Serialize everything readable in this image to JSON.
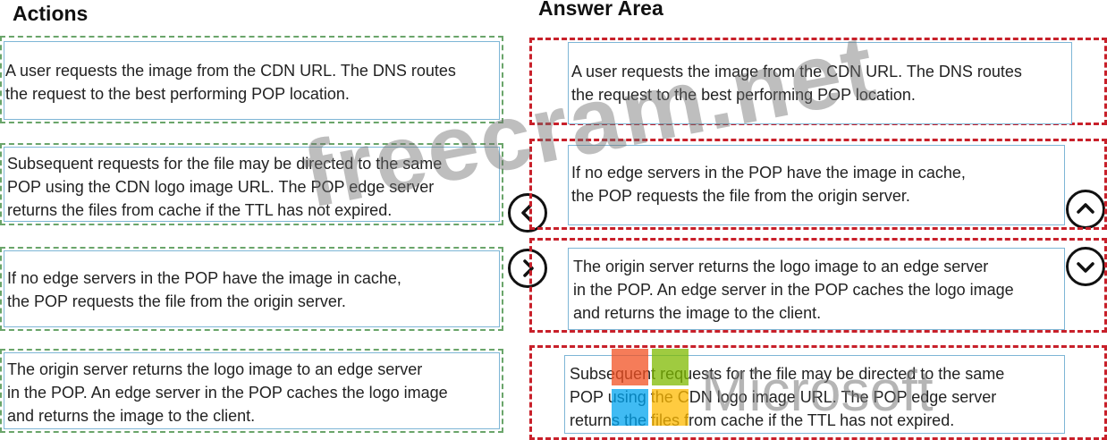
{
  "headings": {
    "actions": "Actions",
    "answer_area": "Answer Area"
  },
  "actions": [
    {
      "text": "A user requests the image from the CDN URL. The DNS routes\nthe request to the best performing POP location."
    },
    {
      "text": "Subsequent requests for the file may be directed to the same\nPOP using the CDN logo image URL. The POP edge server\nreturns the files from cache if the TTL has not expired."
    },
    {
      "text": "If no edge servers in the POP have the image in cache,\nthe POP requests the file from the origin server."
    },
    {
      "text": "The origin server returns the logo image to an edge server\nin the POP. An edge server in the POP caches the logo image\nand returns the image to the client."
    }
  ],
  "answers": [
    {
      "text": "A user requests the image from the CDN URL. The DNS routes\nthe request to the best performing POP location."
    },
    {
      "text": "If no edge servers in the POP have the image in cache,\nthe POP requests the file from the origin server."
    },
    {
      "text": "The origin server returns the logo image to an edge server\nin the POP. An edge server in the POP caches the logo image\nand returns the image to the client."
    },
    {
      "text": "Subsequent requests for the file may be directed to the same\nPOP using the CDN logo image URL. The POP edge server\nreturns the files from cache if the TTL has not expired."
    }
  ],
  "buttons": {
    "move_left_icon": "chevron-left-icon",
    "move_right_icon": "chevron-right-icon",
    "move_up_icon": "chevron-up-icon",
    "move_down_icon": "chevron-down-icon"
  },
  "watermarks": {
    "site": "freecram.net",
    "brand": "Microsoft"
  },
  "colors": {
    "drop_zone_border": "#c8202a",
    "action_border": "#6aa56a",
    "answer_border": "#7eb6d6",
    "ms_red": "#f25022",
    "ms_green": "#7fba00",
    "ms_blue": "#00a4ef",
    "ms_yellow": "#ffb900"
  }
}
